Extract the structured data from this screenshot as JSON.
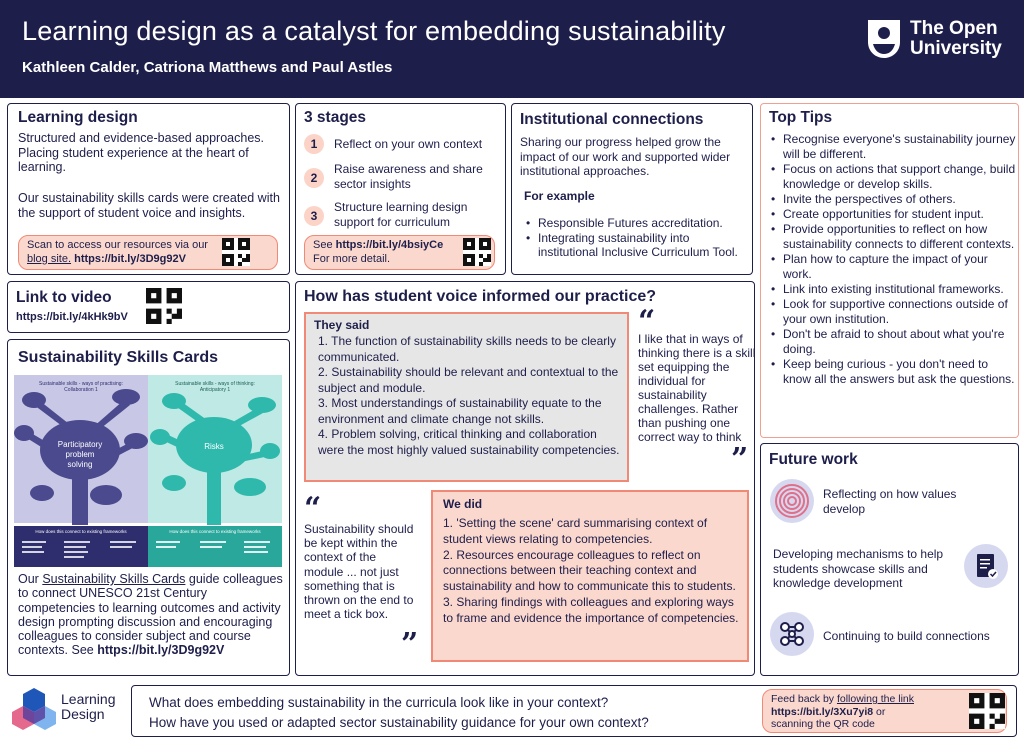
{
  "header": {
    "title": "Learning design as a catalyst for embedding sustainability",
    "authors": "Kathleen Calder, Catriona Matthews and Paul Astles",
    "logo_line1": "The Open",
    "logo_line2": "University"
  },
  "learning_design": {
    "heading": "Learning design",
    "p1": "Structured and evidence-based approaches. Placing student experience at the heart of learning.",
    "p2": "Our sustainability skills cards were created with the support of student voice and insights.",
    "scan_prefix": "Scan to access our resources via our ",
    "scan_link": "blog site.",
    "scan_url": "https://bit.ly/3D9g92V"
  },
  "stages": {
    "heading": "3 stages",
    "items": [
      {
        "num": "1",
        "text": "Reflect on your own context"
      },
      {
        "num": "2",
        "text": "Raise awareness and share sector insights"
      },
      {
        "num": "3",
        "text": "Structure learning design support for curriculum"
      }
    ],
    "see_prefix": "See ",
    "see_url": "https://bit.ly/4bsiyCe",
    "see_suffix": "For more detail."
  },
  "institutional": {
    "heading": "Institutional connections",
    "p1": "Sharing our progress helped grow the impact of our work and supported wider institutional approaches.",
    "example_heading": "For example",
    "items": [
      "Responsible Futures accreditation.",
      "Integrating sustainability into institutional Inclusive Curriculum Tool."
    ]
  },
  "top_tips": {
    "heading": "Top Tips",
    "items": [
      "Recognise everyone's sustainability journey will be different.",
      "Focus on actions that support change, build knowledge or develop skills.",
      "Invite the perspectives of others.",
      "Create opportunities for student input.",
      "Provide opportunities to reflect on how sustainability connects to different contexts.",
      "Plan how to capture the impact of your work.",
      "Link into existing institutional frameworks.",
      "Look for supportive connections outside of your own institution.",
      "Don't be afraid to shout about what you're doing.",
      "Keep being curious - you don't need to know all the answers but ask the questions."
    ]
  },
  "video": {
    "heading": "Link to video",
    "url": "https://bit.ly/4kHk9bV"
  },
  "cards": {
    "heading": "Sustainability Skills Cards",
    "card1_title": "Sustainable skills - ways of practising: Collaboration 1",
    "card1_center": "Participatory problem solving",
    "card2_title": "Sustainable skills - ways of thinking: Anticipatory 1",
    "card2_center": "Risks",
    "card1_footer": "How does this connect to existing frameworks",
    "card2_footer": "How does this connect to existing frameworks",
    "desc_prefix": "Our ",
    "desc_link": "Sustainability Skills Cards",
    "desc_body": " guide colleagues to connect UNESCO 21st Century competencies to learning outcomes and activity design prompting discussion and encouraging colleagues to consider subject and course contexts. See ",
    "desc_url": "https://bit.ly/3D9g92V"
  },
  "student_voice": {
    "heading": "How has student voice informed our practice?",
    "they_said_heading": "They said",
    "they_said": [
      "1. The function of sustainability skills needs to be clearly communicated.",
      "2. Sustainability should be relevant and contextual to the subject and module.",
      "3. Most understandings of sustainability equate to the environment and climate change not skills.",
      "4. Problem solving, critical thinking and collaboration were the most highly valued sustainability competencies."
    ],
    "quote1": "I like that in ways of thinking there is a skill set equipping the individual for sustainability challenges. Rather than pushing one correct way to think",
    "quote2": "Sustainability should be kept within the context of the module ... not just something that is thrown on the end to meet a tick box.",
    "we_did_heading": "We did",
    "we_did": [
      "1.  'Setting the scene' card summarising context of student views relating to competencies.",
      "2. Resources encourage colleagues to reflect on connections between their teaching context and sustainability and how to communicate this to students.",
      "3. Sharing findings with colleagues and exploring ways to frame and evidence the importance of competencies."
    ]
  },
  "future_work": {
    "heading": "Future work",
    "items": [
      "Reflecting on how values develop",
      "Developing mechanisms to help students showcase skills and knowledge development",
      "Continuing to build connections"
    ]
  },
  "footer": {
    "logo_line1": "Learning",
    "logo_line2": "Design",
    "q1": "What does embedding sustainability in the curricula look like in your context?",
    "q2": "How have you used or adapted sector sustainability guidance for your own context?",
    "feedback_prefix": "Feed back by ",
    "feedback_link": "following the link",
    "feedback_url": "https://bit.ly/3Xu7yi8",
    "feedback_or": " or",
    "feedback_suffix": "scanning the QR code"
  },
  "colors": {
    "navy": "#1e1e4b",
    "salmon": "#f08a76",
    "pink_fill": "#fbd8cd",
    "grey_fill": "#e6e6e6",
    "teal": "#2fb9ad",
    "purple": "#4b4a8e"
  }
}
